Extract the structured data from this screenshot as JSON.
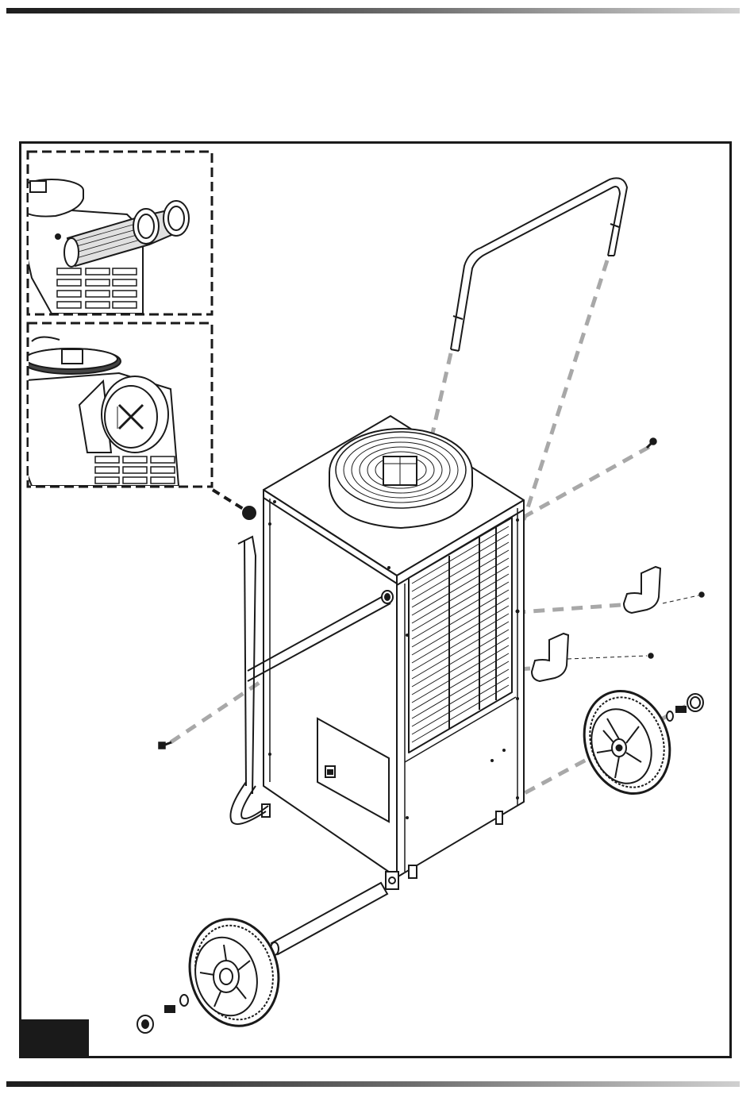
{
  "colors": {
    "line": "#1a1a1a",
    "guide_dashed": "#a8a8a8",
    "inset_border": "#1a1a1a",
    "badge": "#1a1a1a",
    "bar_gradient_start": "#1e1e1e",
    "bar_gradient_end": "#d0d0d0"
  },
  "components": [
    {
      "id": "dehumidifier-body",
      "name": "unit-cabinet"
    },
    {
      "id": "handle",
      "name": "u-handle"
    },
    {
      "id": "fan",
      "name": "top-fan-grille"
    },
    {
      "id": "wheel-left",
      "name": "wheel"
    },
    {
      "id": "wheel-right",
      "name": "wheel"
    },
    {
      "id": "axle",
      "name": "axle-rod"
    },
    {
      "id": "cord-hook-upper",
      "name": "cord-hook"
    },
    {
      "id": "cord-hook-lower",
      "name": "cord-hook"
    },
    {
      "id": "inset-duct-hose",
      "name": "detail-inset"
    },
    {
      "id": "inset-duct-flange",
      "name": "detail-inset"
    }
  ]
}
